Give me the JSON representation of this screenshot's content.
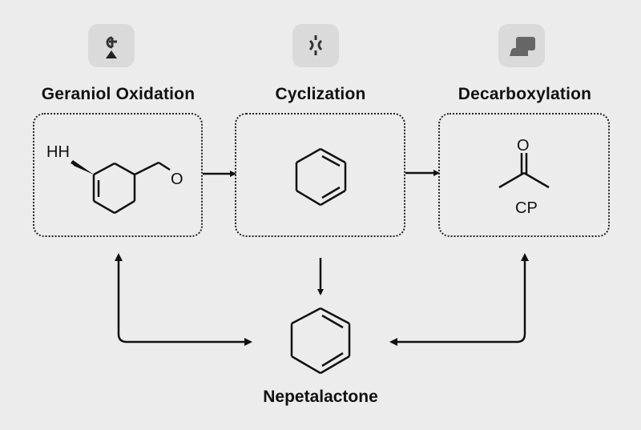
{
  "steps": [
    {
      "title": "Geraniol Oxidation",
      "icon": "oxidation-icon",
      "molecule": {
        "labels": [
          "HH",
          "O"
        ]
      }
    },
    {
      "title": "Cyclization",
      "icon": "cyclization-icon",
      "molecule": {
        "labels": []
      }
    },
    {
      "title": "Decarboxylation",
      "icon": "decarboxylation-icon",
      "molecule": {
        "labels": [
          "O",
          "CP"
        ]
      }
    }
  ],
  "product": {
    "title": "Nepetalactone"
  },
  "colors": {
    "background": "#ececec",
    "tile": "#dadada",
    "ink": "#111111",
    "icon": "#333333"
  }
}
